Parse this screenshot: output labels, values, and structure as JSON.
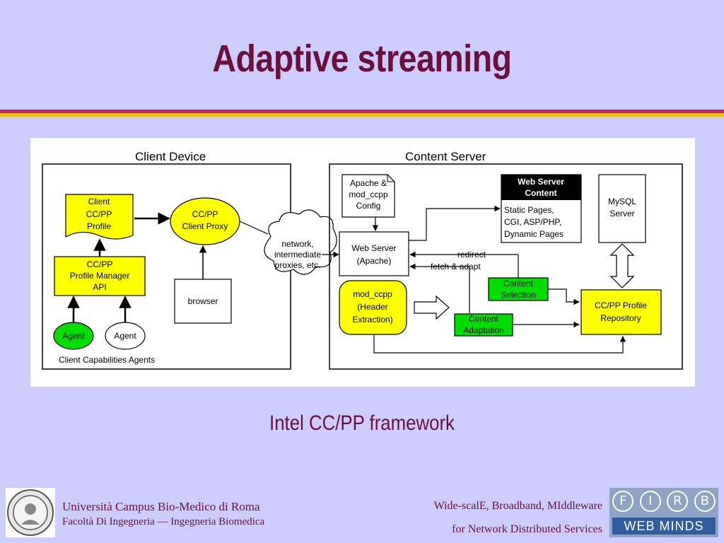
{
  "slide": {
    "title": "Adaptive streaming",
    "caption": "Intel CC/PP framework"
  },
  "diagram": {
    "client_device_label": "Client Device",
    "content_server_label": "Content Server",
    "client_profile": [
      "Client",
      "CC/PP",
      "Profile"
    ],
    "ccpp_client_proxy": [
      "CC/PP",
      "Client Proxy"
    ],
    "profile_manager": [
      "CC/PP",
      "Profile Manager",
      "API"
    ],
    "agent_green": "Agent",
    "agent_white": "Agent",
    "client_capabilities_agents": "Client Capabilities Agents",
    "browser": "browser",
    "network": [
      "network,",
      "intermediate",
      "proxies, etc."
    ],
    "apache_config": [
      "Apache &",
      "mod_ccpp",
      "Config"
    ],
    "web_server": [
      "Web Server",
      "(Apache)"
    ],
    "web_server_content_title": [
      "Web Server",
      "Content"
    ],
    "web_server_content_body": [
      "Static Pages,",
      "CGI, ASP/PHP,",
      "Dynamic Pages"
    ],
    "mysql_server": [
      "MySQL",
      "Server"
    ],
    "redirect_label": "redirect",
    "fetch_adapt_label": "fetch & adapt",
    "mod_ccpp": [
      "mod_ccpp",
      "(Header",
      "Extraction)"
    ],
    "content_selection": [
      "Content",
      "Selection"
    ],
    "content_adaptation": [
      "Content",
      "Adaptation"
    ],
    "ccpp_profile_repository": [
      "CC/PP Profile",
      "Repository"
    ]
  },
  "footer": {
    "university_line1": "Università Campus Bio-Medico di Roma",
    "university_line2": "Facoltà Di Ingegneria — Ingegneria Biomedica",
    "project_line1": "Wide-scalE, Broadband, MIddleware",
    "project_line2": "for Network Distributed Services",
    "logo_letters": [
      "F",
      "I",
      "R",
      "B"
    ],
    "logo_text": "WEB MINDS"
  },
  "colors": {
    "background": "#ccccff",
    "title": "#6b0f3c",
    "accent_red": "#cc2255",
    "accent_yellow": "#e8c21a",
    "box_yellow": "#ffff00",
    "box_green": "#00dd00"
  }
}
